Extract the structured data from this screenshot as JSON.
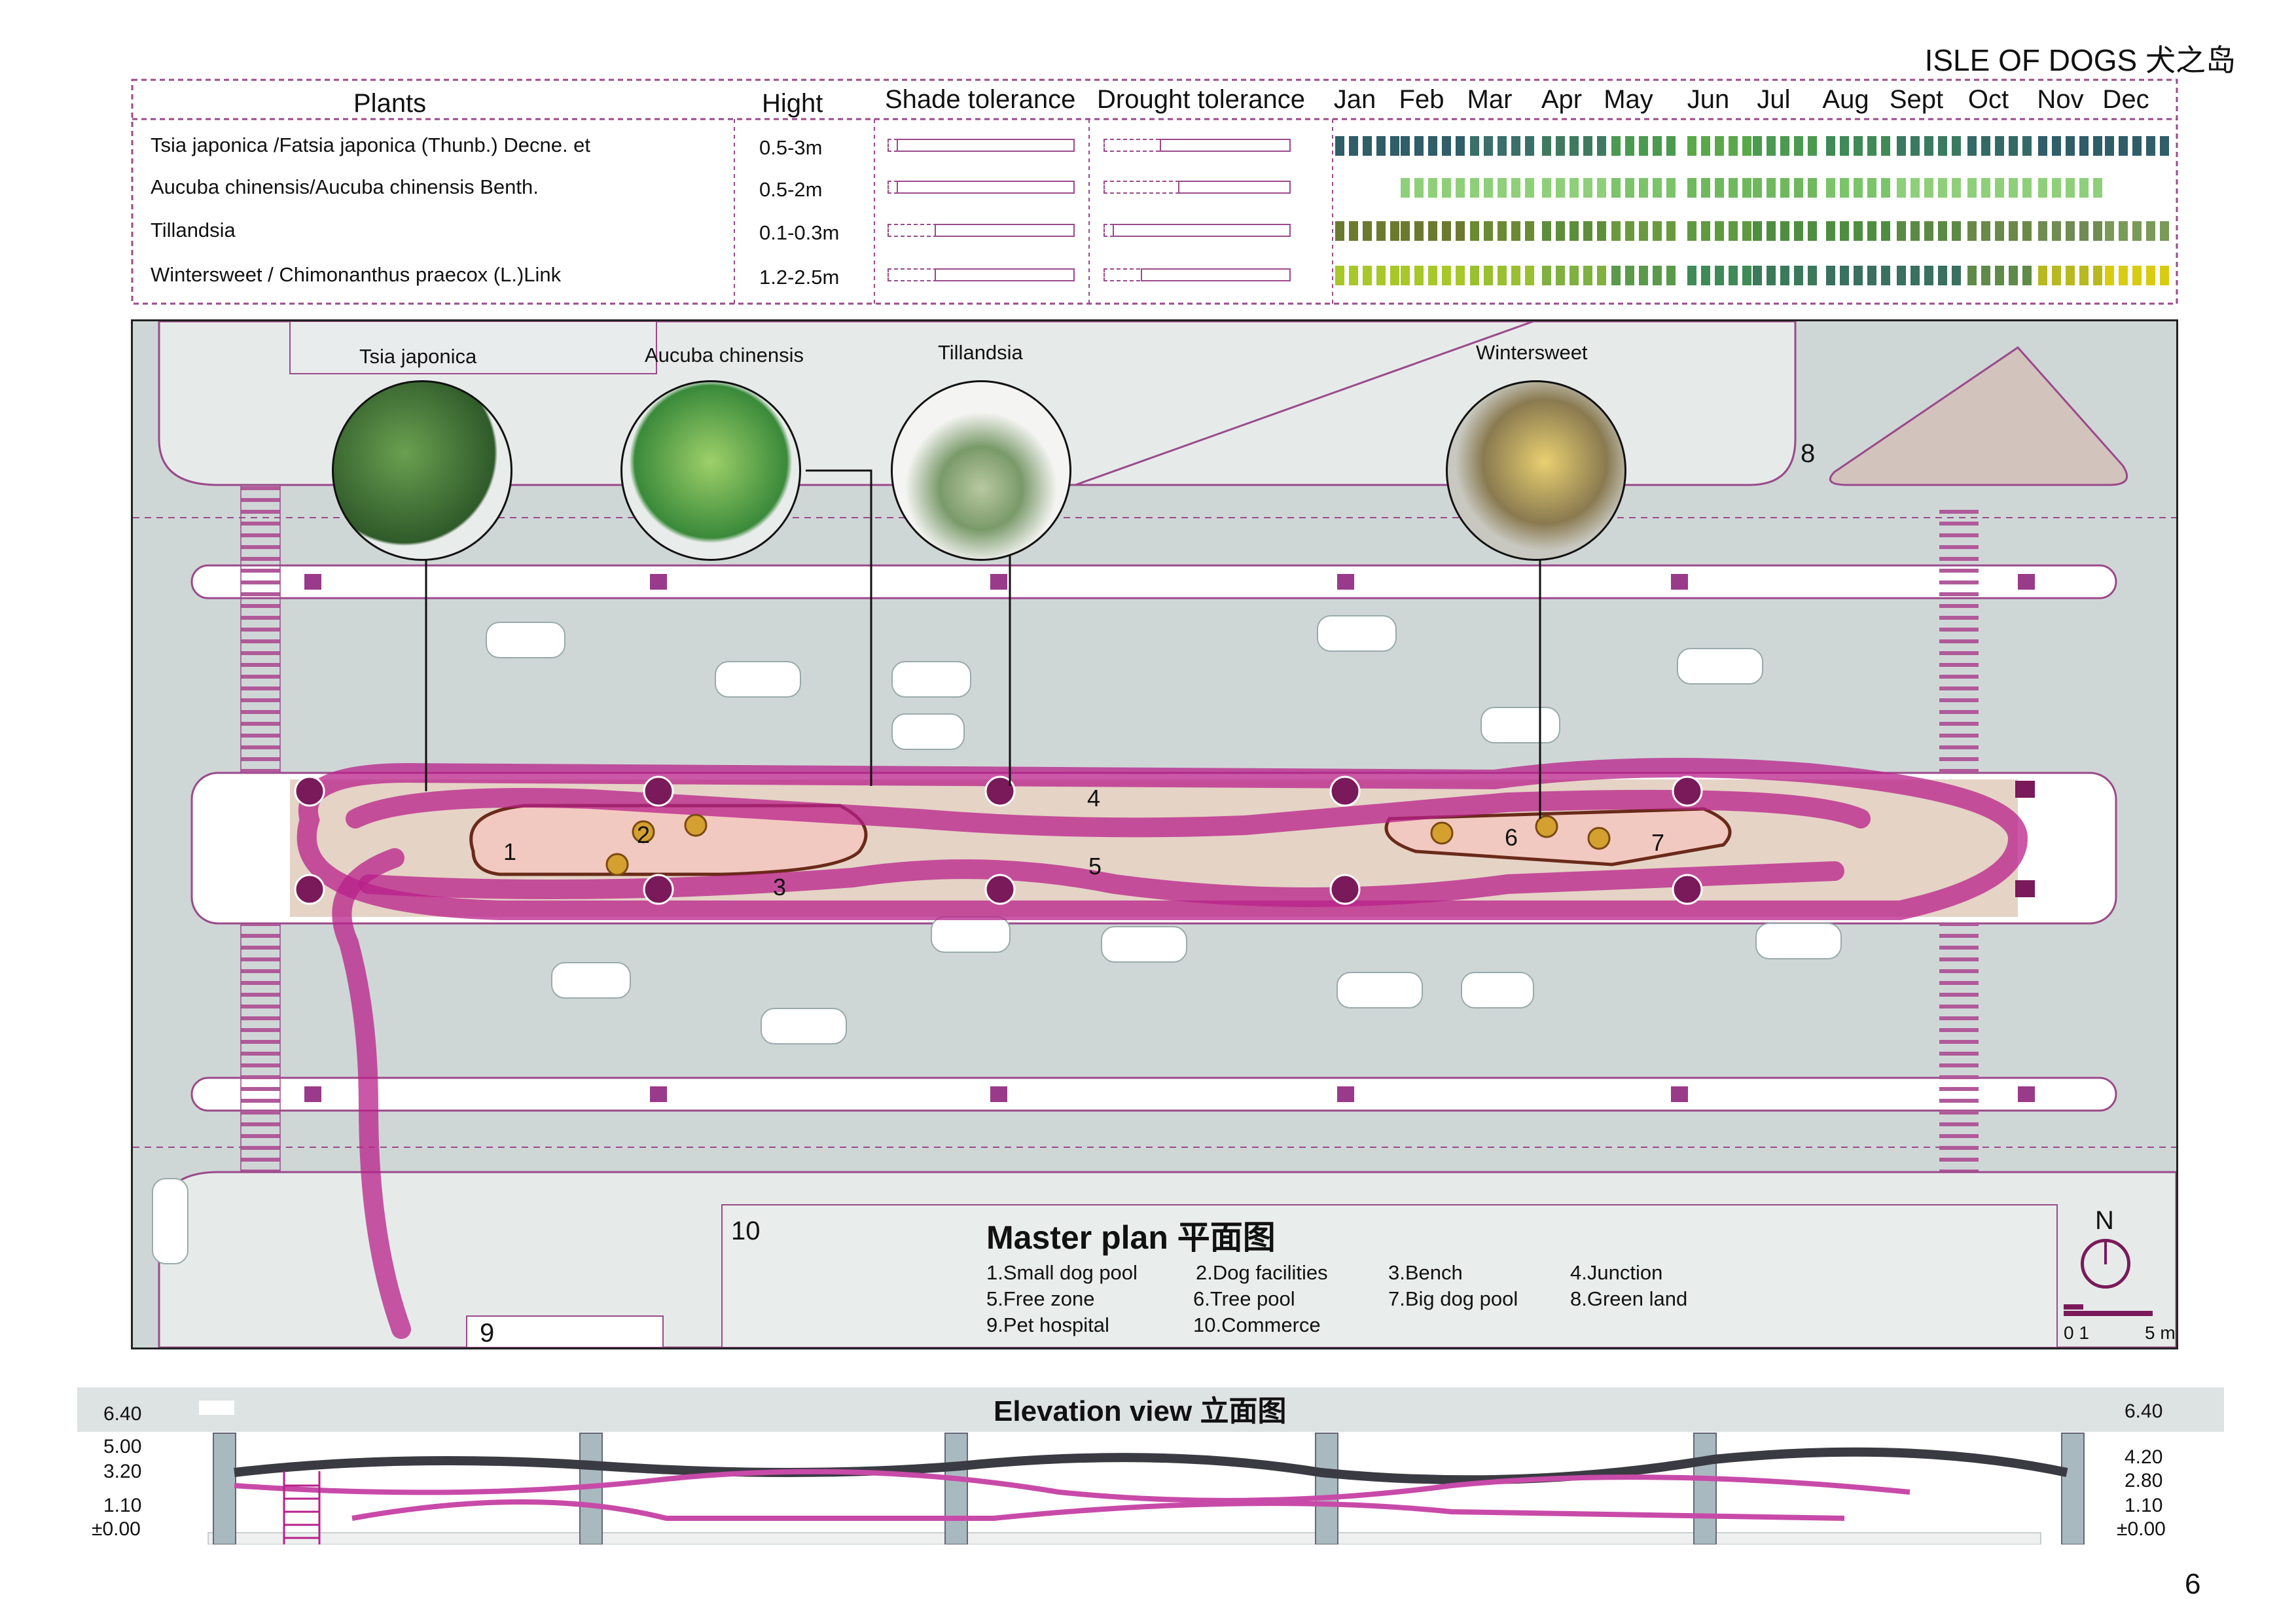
{
  "page_title": "ISLE OF DOGS 犬之岛",
  "table": {
    "headers": {
      "plants": "Plants",
      "height": "Hight",
      "shade": "Shade tolerance",
      "drought": "Drought tolerance",
      "months": [
        "Jan",
        "Feb",
        "Mar",
        "Apr",
        "May",
        "Jun",
        "Jul",
        "Aug",
        "Sept",
        "Oct",
        "Nov",
        "Dec"
      ]
    },
    "rows": [
      {
        "name": "Tsia japonica /Fatsia japonica (Thunb.) Decne. et",
        "height": "0.5-3m",
        "shade_level": 0.95,
        "drought_level": 0.7,
        "colors": [
          "#2f5d68",
          "#2f5d68",
          "#3a6f6a",
          "#3f7a60",
          "#4a9a50",
          "#5aa84a",
          "#4a9a50",
          "#3f8a56",
          "#3a7a60",
          "#336a66",
          "#2f5d68",
          "#2f5d68"
        ]
      },
      {
        "name": "Aucuba chinensis/Aucuba chinensis Benth.",
        "height": "0.5-2m",
        "shade_level": 0.95,
        "drought_level": 0.6,
        "colors": [
          "#ffffff",
          "#8fcf7a",
          "#8fcf7a",
          "#8fcf7a",
          "#7bc46a",
          "#6fb85e",
          "#6fb85e",
          "#7bc46a",
          "#8fcf7a",
          "#8fcf7a",
          "#8fcf7a",
          "#ffffff"
        ]
      },
      {
        "name": "Tillandsia",
        "height": "0.1-0.3m",
        "shade_level": 0.75,
        "drought_level": 0.95,
        "colors": [
          "#6b7a2e",
          "#6b7a2e",
          "#6a8a34",
          "#5d8e3a",
          "#6a9a3e",
          "#5f9a40",
          "#4f8e40",
          "#4f8e40",
          "#5a8a44",
          "#6a8a48",
          "#708c52",
          "#7a9a58"
        ]
      },
      {
        "name": "Wintersweet / Chimonanthus praecox (L.)Link",
        "height": "1.2-2.5m",
        "shade_level": 0.75,
        "drought_level": 0.8,
        "colors": [
          "#a8c82a",
          "#a8c82a",
          "#9ac030",
          "#7fb040",
          "#5a9a4a",
          "#3f8a56",
          "#3a7a5a",
          "#3a7060",
          "#3a7060",
          "#5f8a4a",
          "#b8b820",
          "#d8cc10"
        ]
      }
    ]
  },
  "plan": {
    "labels": {
      "tsia": "Tsia japonica",
      "aucuba": "Aucuba chinensis",
      "tillandsia": "Tillandsia",
      "wintersweet": "Wintersweet"
    },
    "numbers": [
      "1",
      "2",
      "3",
      "4",
      "5",
      "6",
      "7",
      "8",
      "9",
      "10"
    ],
    "title": "Master plan 平面图",
    "legend": [
      "1.Small dog pool",
      "2.Dog facilities",
      "3.Bench",
      "4.Junction",
      "5.Free zone",
      "6.Tree pool",
      "7.Big dog pool",
      "8.Green land",
      "9.Pet hospital",
      "10.Commerce"
    ],
    "north": "N",
    "scale_left": "0 1",
    "scale_right": "5 m"
  },
  "elevation": {
    "title": "Elevation view 立面图",
    "left_levels": [
      "6.40",
      "5.00",
      "3.20",
      "1.10",
      "±0.00"
    ],
    "right_levels": [
      "6.40",
      "4.20",
      "2.80",
      "1.10",
      "±0.00"
    ]
  },
  "page_number": "6",
  "colors": {
    "frame": "#9a4a8a",
    "road": "#cfd7d6",
    "walkway": "#b8208a",
    "accent": "#7a1a5a"
  }
}
